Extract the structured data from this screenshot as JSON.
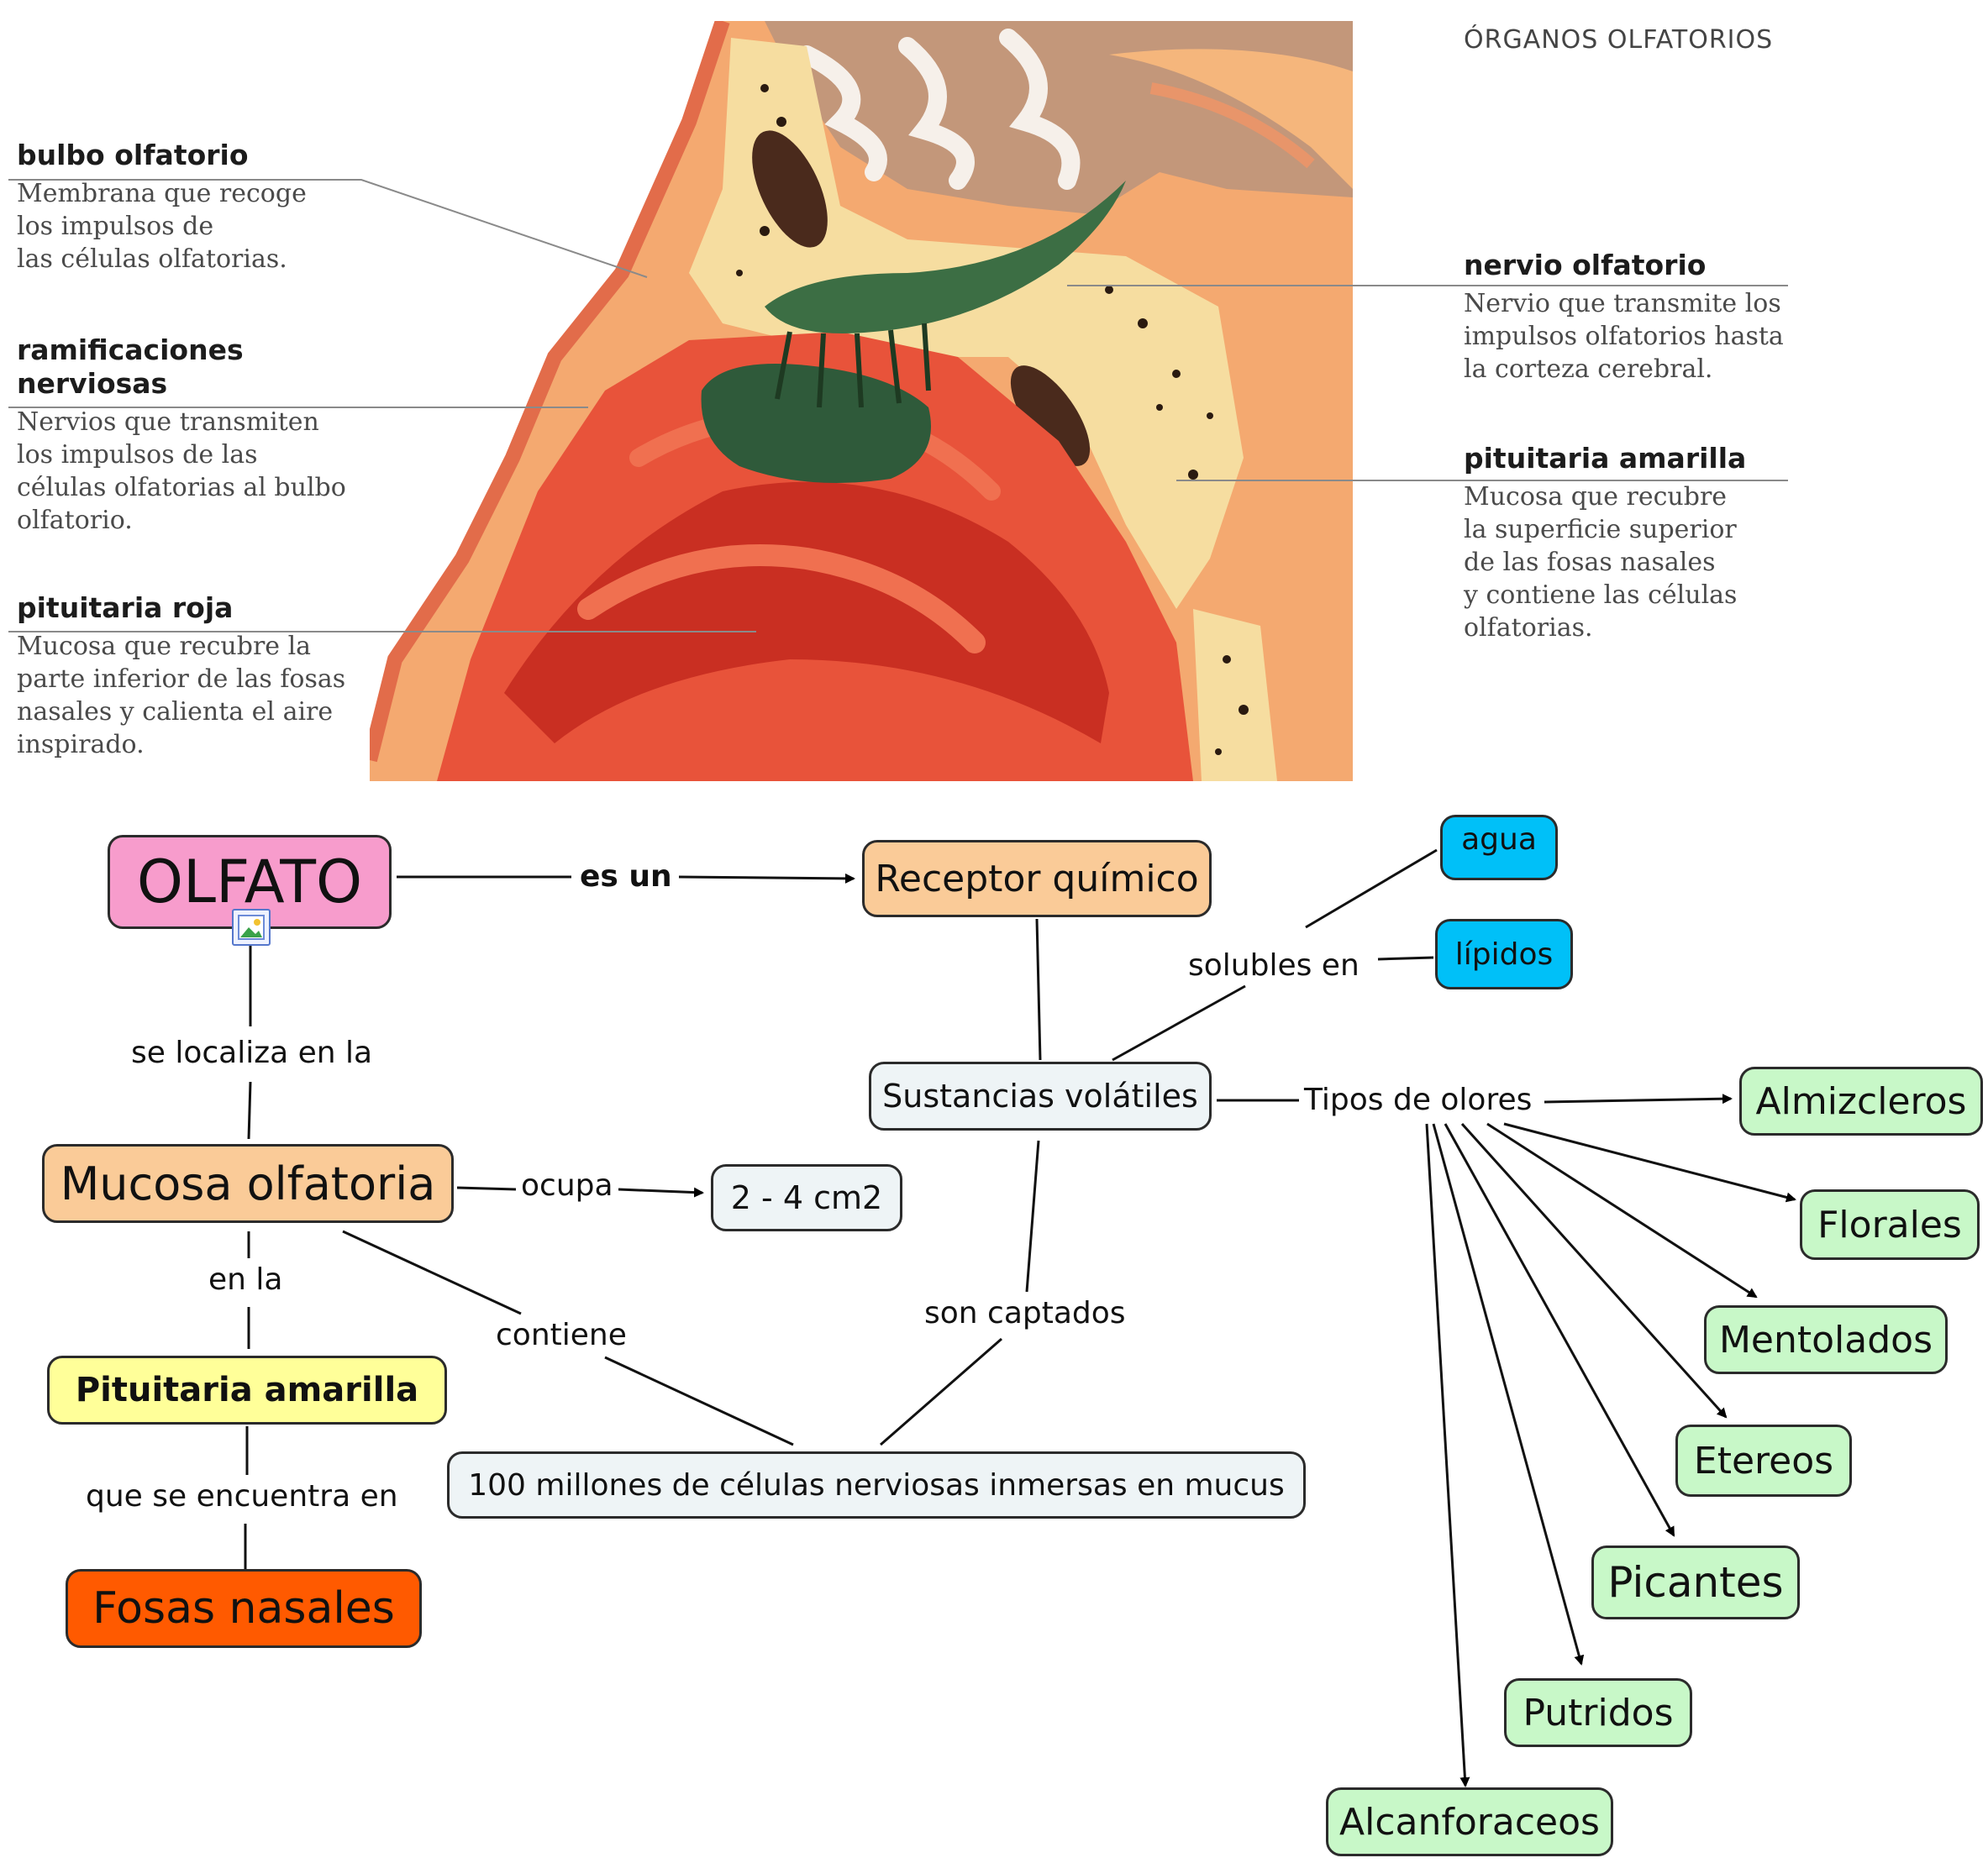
{
  "illustration": {
    "header": "ÓRGANOS OLFATORIOS",
    "annotations": {
      "bulbo": {
        "title": "bulbo olfatorio",
        "desc": "Membrana que recoge\nlos impulsos de\nlas células olfatorias."
      },
      "ramificaciones": {
        "title": "ramificaciones\nnerviosas",
        "desc": "Nervios que transmiten\nlos impulsos de las\ncélulas olfatorias al bulbo\nolfatorio."
      },
      "roja": {
        "title": "pituitaria roja",
        "desc": "Mucosa que recubre la\nparte inferior de las fosas\nnasales y calienta el aire\ninspirado."
      },
      "nervio": {
        "title": "nervio olfatorio",
        "desc": "Nervio que transmite los\nimpulsos olfatorios hasta\nla corteza cerebral."
      },
      "amarilla": {
        "title": "pituitaria amarilla",
        "desc": "Mucosa que recubre\nla superficie superior\nde las fosas nasales\ny contiene las células\nolfatorias."
      }
    }
  },
  "map": {
    "colors": {
      "pink": "#f79ccc",
      "peach": "#facb98",
      "gray": "#eef4f6",
      "yellow": "#ffff99",
      "orange": "#ff5a00",
      "cyan": "#00c0f8",
      "green": "#c8f8c8"
    },
    "nodes": {
      "olfato": "OLFATO",
      "receptor": "Receptor químico",
      "agua": "agua",
      "lipidos": "lípidos",
      "sustancias": "Sustancias volátiles",
      "mucosa": "Mucosa olfatoria",
      "cm2": "2 - 4 cm2",
      "pituitaria": "Pituitaria amarilla",
      "millones": "100 millones de células nerviosas inmersas en mucus",
      "fosas": "Fosas nasales",
      "almizcleros": "Almizcleros",
      "florales": "Florales",
      "mentolados": "Mentolados",
      "etereos": "Etereos",
      "picantes": "Picantes",
      "putridos": "Putridos",
      "alcanforaceos": "Alcanforaceos"
    },
    "links": {
      "es_un": "es un",
      "solubles": "solubles en",
      "se_localiza": "se localiza en la",
      "tipos": "Tipos de olores",
      "ocupa": "ocupa",
      "en_la": "en la",
      "contiene": "contiene",
      "son_captados": "son captados",
      "que_se": "que se encuentra en"
    }
  }
}
